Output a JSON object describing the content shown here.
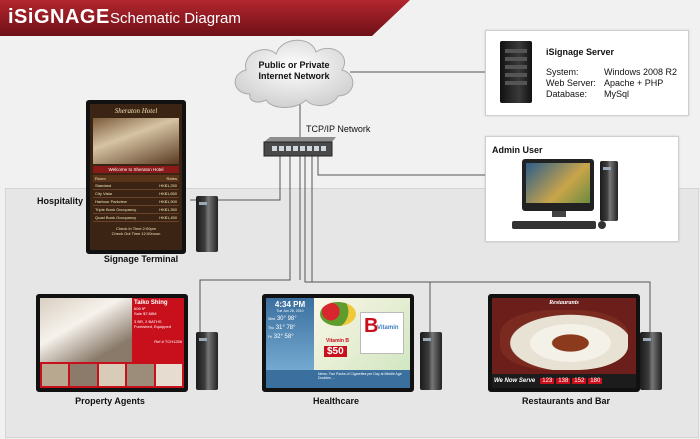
{
  "header": {
    "brand": "iSiGNAGE",
    "title": "Schematic Diagram"
  },
  "network": {
    "cloud_label_line1": "Public or Private",
    "cloud_label_line2": "Internet Network",
    "switch_label": "TCP/IP Network"
  },
  "server": {
    "title": "iSignage Server",
    "rows": [
      {
        "key": "System:",
        "value": "Windows 2008 R2"
      },
      {
        "key": "Web Server:",
        "value": "Apache + PHP"
      },
      {
        "key": "Database:",
        "value": "MySql"
      }
    ]
  },
  "admin": {
    "title": "Admin User"
  },
  "zone": {
    "label": "Hospitality"
  },
  "terminal": {
    "caption": "Signage Terminal",
    "hotel_name": "Sheraton Hotel",
    "welcome": "Welcome to Sheraton Hotel",
    "table_header": {
      "room": "Room",
      "rate": "Rates"
    },
    "rooms": [
      {
        "room": "Standard",
        "rate": "HK$1,250"
      },
      {
        "room": "City Vista",
        "rate": "HK$1,650"
      },
      {
        "room": "Harbour Parkview",
        "rate": "HK$1,900"
      },
      {
        "room": "Triple Bunk Occupancy",
        "rate": "HK$1,350"
      },
      {
        "room": "Quad Bunk Occupancy",
        "rate": "HK$1,450"
      }
    ],
    "checkin": "Check In Time      2:00pm",
    "checkout": "Check Out Time     12:00noon"
  },
  "property": {
    "caption": "Property Agents",
    "name": "Taiko Shing",
    "lines": [
      "606 ft²",
      "Sale $7.68M",
      "3 BR, 2 BATHS",
      "Furnished, Equipped"
    ],
    "ref": "Ref # TCH1256"
  },
  "health": {
    "caption": "Healthcare",
    "time": "4:34 PM",
    "date": "Tue Jun 28, 2010",
    "weather": [
      {
        "day": "Wed",
        "low": "30°",
        "high": "98°"
      },
      {
        "day": "Thu",
        "low": "31°",
        "high": "78°"
      },
      {
        "day": "Fri",
        "low": "32°",
        "high": "58°"
      }
    ],
    "product": "Vitamin",
    "product_big": "B",
    "product_sub": "Vitamin B",
    "price": "$50",
    "news": "News: Two Packs of Cigarettes per Day at Middle Age Doubles ..."
  },
  "restaurant": {
    "caption": "Restaurants and Bar",
    "title": "Restaurants",
    "serving": "We Now Serve",
    "numbers": [
      "123",
      "138",
      "152",
      "180"
    ]
  },
  "colors": {
    "brand": "#8b1a1f",
    "accent": "#c71f2d"
  }
}
